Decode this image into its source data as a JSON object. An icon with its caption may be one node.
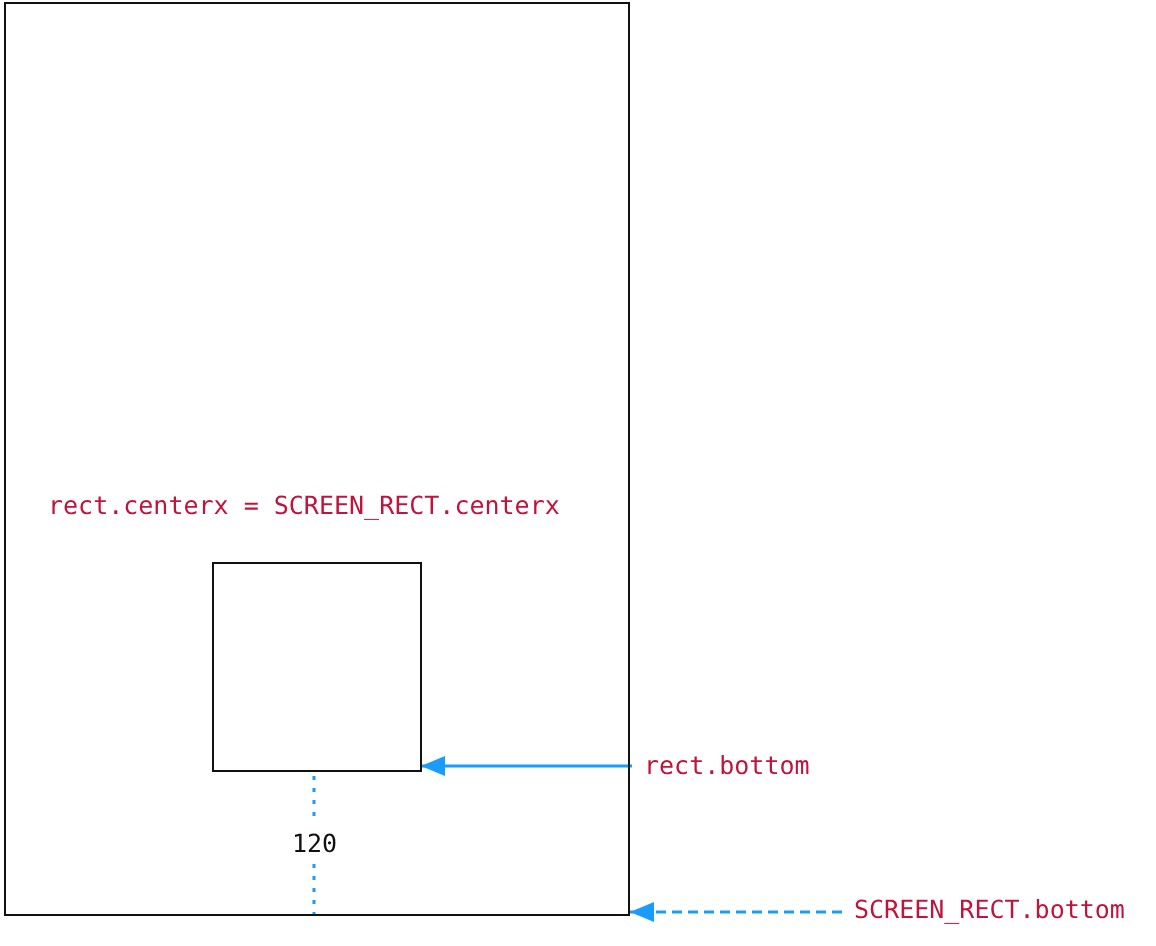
{
  "diagram": {
    "nodes": [
      {
        "text": [],
        "shape": "box"
      },
      {
        "text": [],
        "shape": "box",
        "in": 0
      },
      {
        "text": [
          "rect.bottom"
        ]
      },
      {
        "text": [
          "SCREEN_RECT.bottom"
        ]
      }
    ],
    "edges": [
      {
        "from": 2,
        "to": 1,
        "arrow": "to",
        "color": "#1a9bff"
      },
      {
        "from": 3,
        "to": 0,
        "arrow": "to",
        "style": "dashed",
        "color": "#1a9bff"
      }
    ],
    "labels": [
      "rect.centerx = SCREEN_RECT.centerx",
      "120"
    ]
  }
}
